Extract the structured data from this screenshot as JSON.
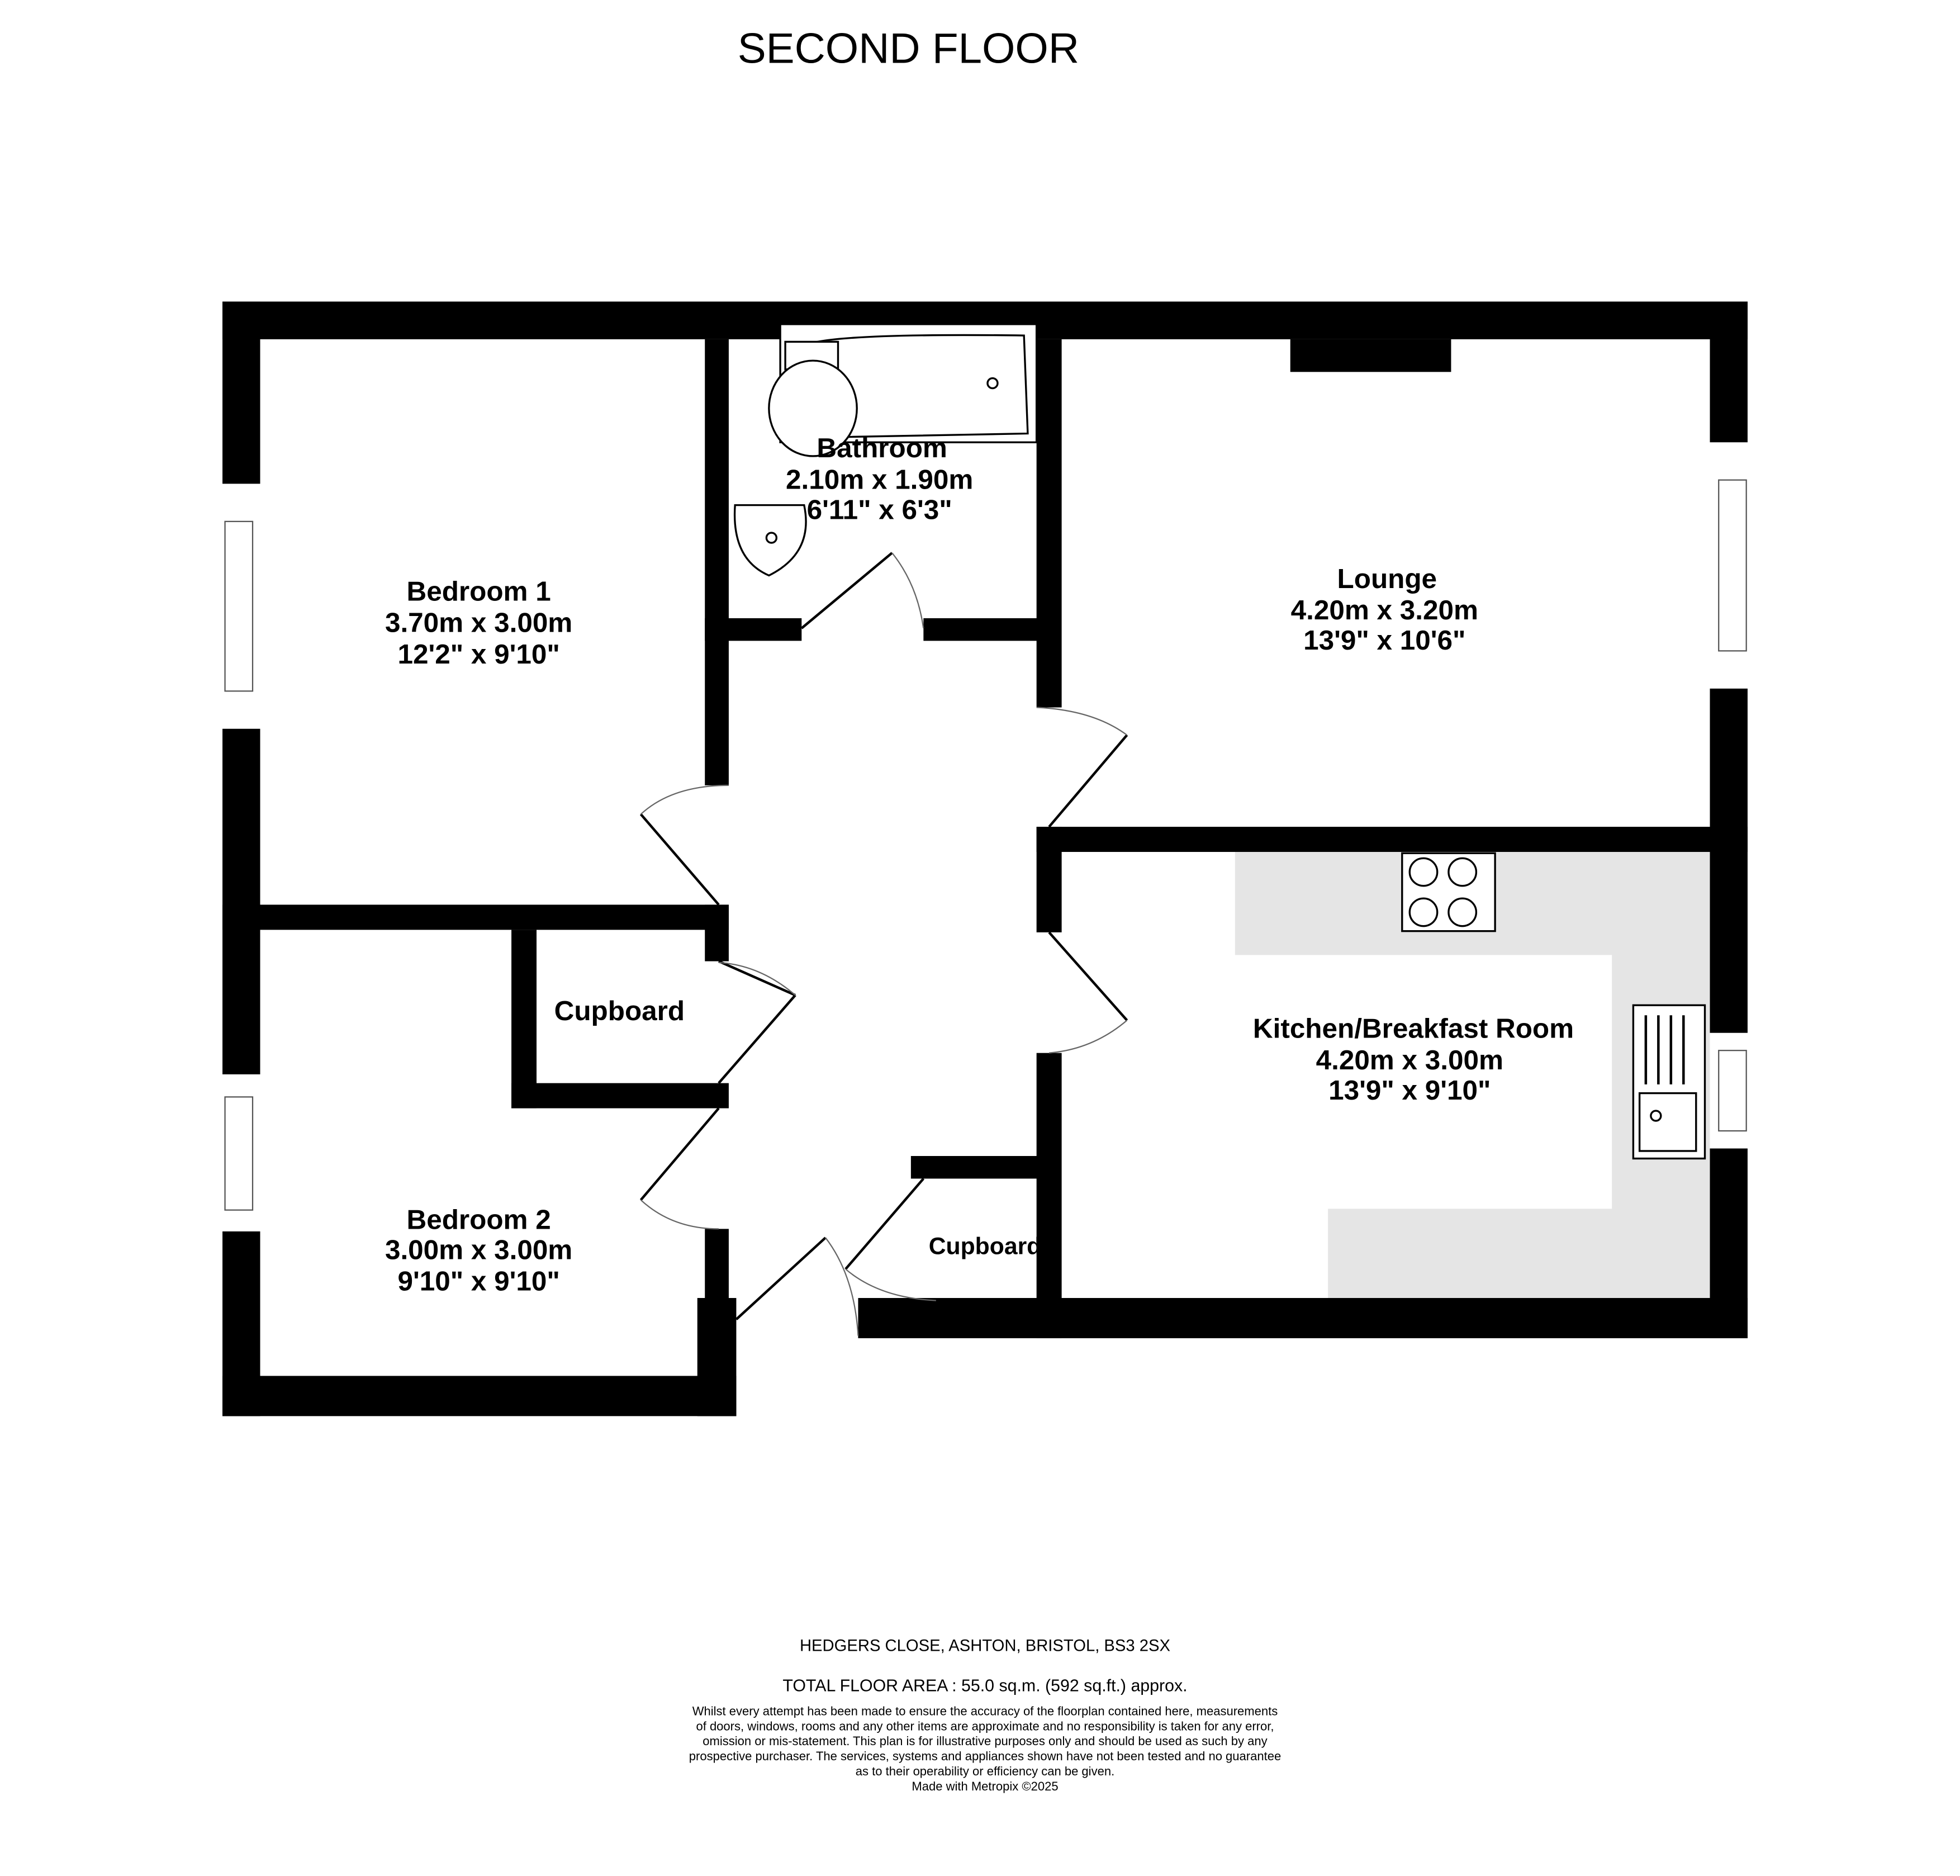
{
  "title": "SECOND FLOOR",
  "rooms": {
    "bedroom1": {
      "name": "Bedroom 1",
      "metric": "3.70m  x 3.00m",
      "imperial": "12'2\"  x 9'10\""
    },
    "bathroom": {
      "name": "Bathroom",
      "metric": "2.10m  x 1.90m",
      "imperial": "6'11\"  x 6'3\""
    },
    "lounge": {
      "name": "Lounge",
      "metric": "4.20m  x 3.20m",
      "imperial": "13'9\"  x 10'6\""
    },
    "kitchen": {
      "name": "Kitchen/Breakfast Room",
      "metric": "4.20m  x 3.00m",
      "imperial": "13'9\"  x 9'10\""
    },
    "bedroom2": {
      "name": "Bedroom 2",
      "metric": "3.00m  x 3.00m",
      "imperial": "9'10\"  x 9'10\""
    },
    "cupboard1": {
      "name": "Cupboard"
    },
    "cupboard2": {
      "name": "Cupboard"
    }
  },
  "footer": {
    "address": "HEDGERS CLOSE, ASHTON, BRISTOL, BS3 2SX",
    "area": "TOTAL FLOOR AREA : 55.0 sq.m. (592 sq.ft.) approx.",
    "disclaimer": [
      "Whilst every attempt has been made to ensure the accuracy of the floorplan contained here, measurements",
      "of doors, windows, rooms and any other items are approximate and no responsibility is taken for any error,",
      "omission or mis-statement. This plan is for illustrative purposes only and should be used as such by any",
      "prospective purchaser. The services, systems and appliances shown have not been tested and no guarantee",
      "as to their operability or efficiency can be given."
    ],
    "credit": "Made with Metropix ©2025"
  },
  "colors": {
    "wall": "#000000",
    "counter": "#e5e5e5"
  }
}
